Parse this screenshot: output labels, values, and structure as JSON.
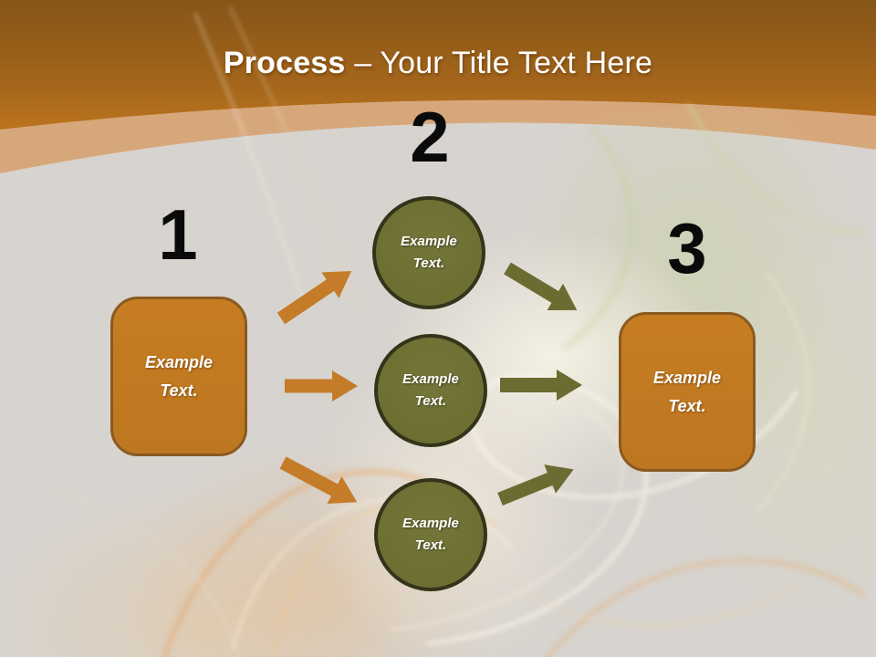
{
  "title": {
    "emphasis": "Process",
    "rest": " – Your Title Text Here"
  },
  "numbers": [
    "1",
    "2",
    "3"
  ],
  "left_box": {
    "label": "Example Text."
  },
  "circles": [
    {
      "label": "Example Text."
    },
    {
      "label": "Example Text."
    },
    {
      "label": "Example Text."
    }
  ],
  "right_box": {
    "label": "Example Text."
  },
  "colors": {
    "header_top": "#855517",
    "header_bottom": "#cd8021",
    "band_salmon": "#d7a77c",
    "canvas_gray": "#d5d1cc",
    "box_fill": "#c1791f",
    "box_border": "#8a5a20",
    "circle_fill": "#6e7031",
    "circle_border": "#33341a",
    "arrow_orange": "#c47c28",
    "arrow_olive": "#6a6c31",
    "number_color": "#0a0a0a",
    "title_color": "#ffffff"
  }
}
